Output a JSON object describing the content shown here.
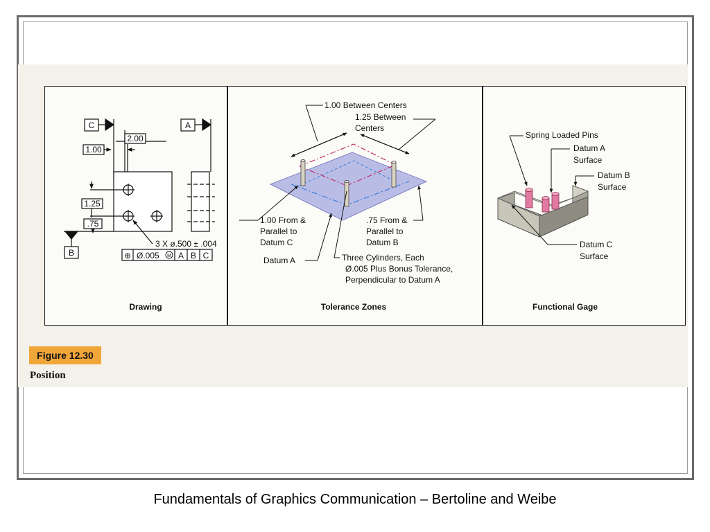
{
  "figure": {
    "badge": "Figure 12.30",
    "caption": "Position"
  },
  "drawing": {
    "title": "Drawing",
    "datum_c": "C",
    "datum_a": "A",
    "datum_b": "B",
    "dim_200": "2.00",
    "dim_100": "1.00",
    "dim_125": "1.25",
    "dim_075": ".75",
    "hole_note": "3 X ø.500 ± .004",
    "fcf_symbol": "⊕",
    "fcf_tolerance": "Ø.005",
    "fcf_modifier": "M",
    "fcf_datum_1": "A",
    "fcf_datum_2": "B",
    "fcf_datum_3": "C"
  },
  "tolerance_zones": {
    "title": "Tolerance Zones",
    "between_centers_100": "1.00 Between Centers",
    "between_centers_125_l1": "1.25 Between",
    "between_centers_125_l2": "Centers",
    "from_c_l1": "1.00 From &",
    "from_c_l2": "Parallel to",
    "from_c_l3": "Datum C",
    "from_b_l1": ".75 From &",
    "from_b_l2": "Parallel to",
    "from_b_l3": "Datum B",
    "datum_a": "Datum A",
    "cyl_l1": "Three Cylinders, Each",
    "cyl_l2": "Ø.005 Plus Bonus Tolerance,",
    "cyl_l3": "Perpendicular to Datum A"
  },
  "functional_gage": {
    "title": "Functional Gage",
    "pins": "Spring Loaded Pins",
    "datum_a_l1": "Datum A",
    "datum_a_l2": "Surface",
    "datum_b_l1": "Datum B",
    "datum_b_l2": "Surface",
    "datum_c_l1": "Datum C",
    "datum_c_l2": "Surface"
  },
  "footer": {
    "text": "Fundamentals of Graphics Communication – Bertoline and Weibe"
  }
}
